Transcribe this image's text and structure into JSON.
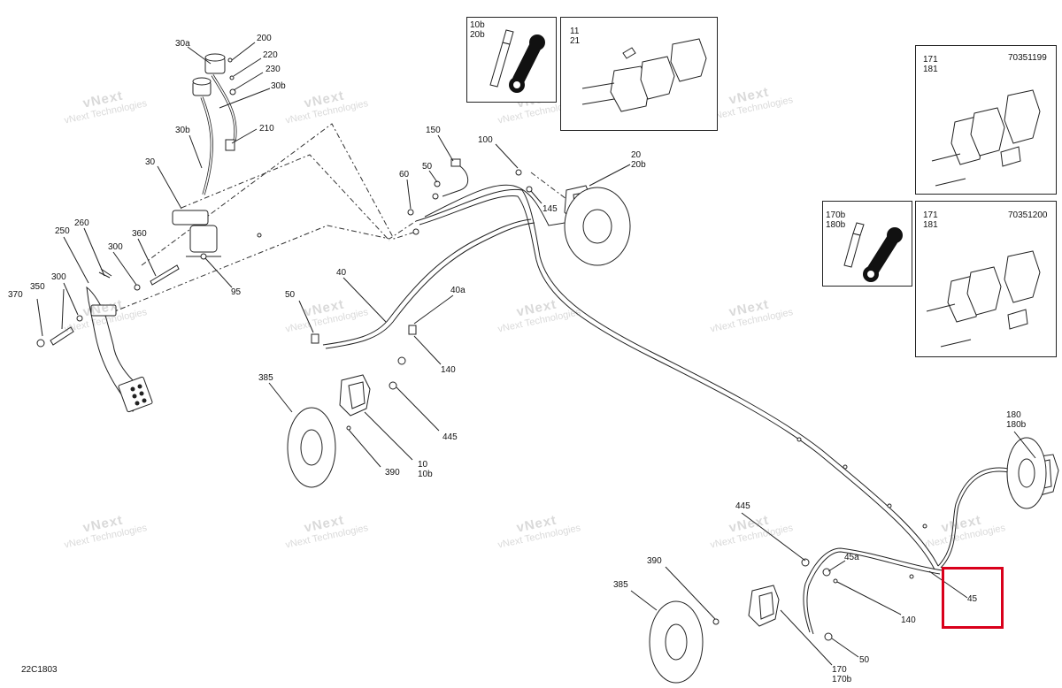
{
  "diagram_code": "22C1803",
  "watermark": {
    "line1": "vNext",
    "line2": "Technologies",
    "small": "vNext Technologies"
  },
  "highlight_color": "#d9001b",
  "insets": {
    "bleeder_top": "10b\n20b",
    "pads_top": "11\n21",
    "pads_right1": {
      "refs": "171\n181",
      "code": "70351199"
    },
    "bleeder_right": "170b\n180b",
    "pads_right2": {
      "refs": "171\n181",
      "code": "70351200"
    }
  },
  "callouts": {
    "c200": "200",
    "c30a": "30a",
    "c220": "220",
    "c230": "230",
    "c30b_1": "30b",
    "c30b_2": "30b",
    "c210": "210",
    "c30": "30",
    "c150": "150",
    "c100": "100",
    "c50_1": "50",
    "c60": "60",
    "c145": "145",
    "c20": "20\n20b",
    "c260": "260",
    "c250": "250",
    "c300_1": "300",
    "c360": "360",
    "c95": "95",
    "c370": "370",
    "c350": "350",
    "c300_2": "300",
    "c40": "40",
    "c40a": "40a",
    "c50_2": "50",
    "c140_1": "140",
    "c385_1": "385",
    "c445_1": "445",
    "c390_1": "390",
    "c10": "10\n10b",
    "c180": "180\n180b",
    "c445_2": "445",
    "c45a": "45a",
    "c390_2": "390",
    "c385_2": "385",
    "c140_2": "140",
    "c45": "45",
    "c50_3": "50",
    "c170": "170\n170b"
  }
}
